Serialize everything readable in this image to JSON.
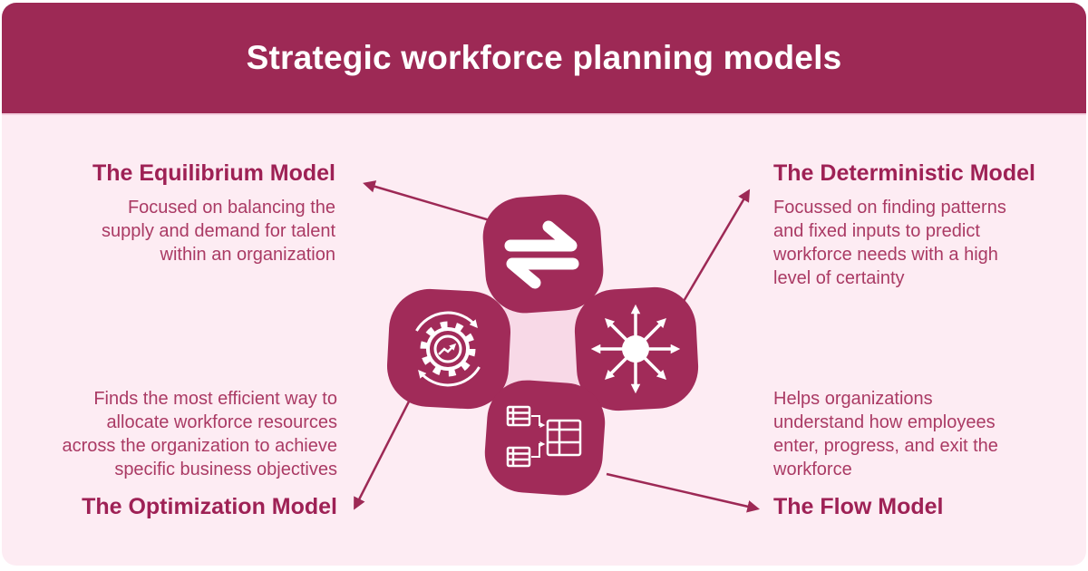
{
  "header": {
    "title": "Strategic workforce planning models"
  },
  "colors": {
    "header_bg": "#9d2955",
    "card_bg": "#fdecf3",
    "blob_fill": "#a12b59",
    "center_square": "#f8d9e7",
    "heading_text": "#9e2155",
    "body_text": "#aa3a64",
    "arrow": "#9d2955",
    "icon": "#ffffff"
  },
  "models": [
    {
      "id": "equilibrium",
      "title": "The Equilibrium Model",
      "description": "Focused on balancing the\nsupply and demand for talent\nwithin an organization",
      "icon": "exchange-arrows-icon",
      "position": "top-left"
    },
    {
      "id": "deterministic",
      "title": "The Deterministic Model",
      "description": "Focussed on finding patterns\nand fixed inputs to predict\nworkforce needs with a high\nlevel of certainty",
      "icon": "radiating-arrows-icon",
      "position": "top-right"
    },
    {
      "id": "optimization",
      "title": "The Optimization Model",
      "description": "Finds the most efficient way to\nallocate workforce resources\nacross the organization to achieve\nspecific business objectives",
      "icon": "gear-cycle-icon",
      "position": "bottom-left"
    },
    {
      "id": "flow",
      "title": "The Flow Model",
      "description": "Helps organizations\nunderstand how employees\nenter, progress, and exit the\nworkforce",
      "icon": "flowchart-tables-icon",
      "position": "bottom-right"
    }
  ]
}
